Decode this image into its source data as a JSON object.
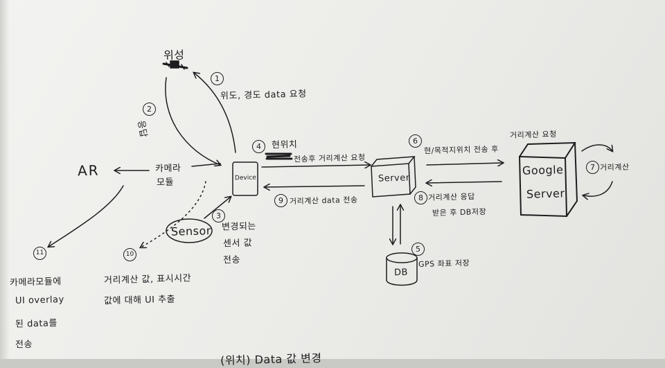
{
  "nodes": {
    "satellite": "위성",
    "ar": "AR",
    "camera_module": [
      "카메라",
      "모듈"
    ],
    "device": "Device",
    "sensor": "Sensor",
    "server": "Server",
    "google_server": [
      "Google",
      "Server"
    ],
    "db": "DB"
  },
  "steps": {
    "s1": {
      "num": "1",
      "text": "위도, 경도 data 요청"
    },
    "s2": {
      "num": "2",
      "text": "응답"
    },
    "s3": {
      "num": "3",
      "lines": [
        "변경되는",
        "센서 값",
        "전송"
      ]
    },
    "s4": {
      "num": "4",
      "top": "현위치",
      "text": "전송후 거리계산 요청"
    },
    "s5": {
      "num": "5",
      "text": "GPS 좌표 저장"
    },
    "s6": {
      "num": "6",
      "top": "거리계산 요청",
      "text": "현/목적지위치 전송 후"
    },
    "s7": {
      "num": "7",
      "text": "거리계산"
    },
    "s8": {
      "num": "8",
      "lines": [
        "거리계산 응답",
        "받은 후 DB저장"
      ]
    },
    "s9": {
      "num": "9",
      "text": "거리계산 data 전송"
    },
    "s10": {
      "num": "10",
      "lines": [
        "거리계산 값, 표시시간",
        "값에 대해 UI 추출"
      ]
    },
    "s11": {
      "num": "11",
      "lines": [
        "카메라모듈에",
        "UI overlay",
        "된 data를",
        "전송"
      ]
    }
  },
  "bottom_note": "(위치) Data 값 변경"
}
